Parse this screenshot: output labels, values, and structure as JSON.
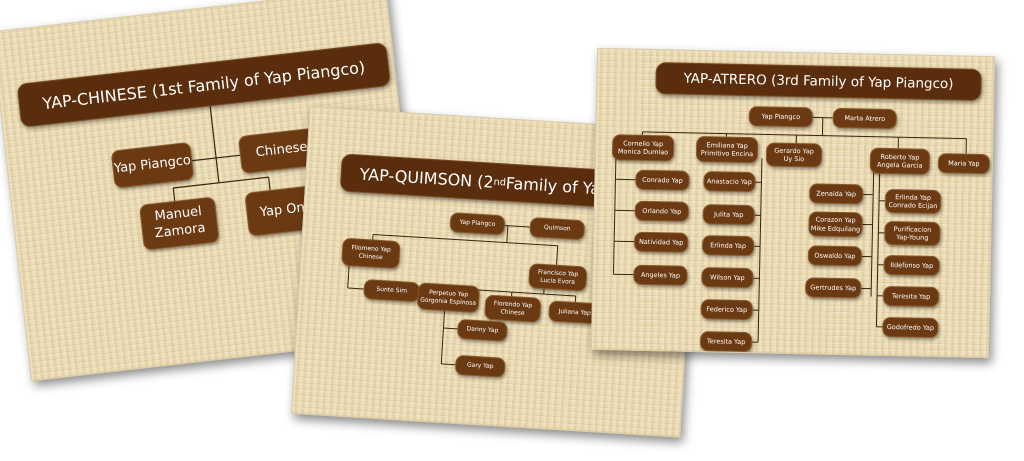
{
  "slides": [
    {
      "title": "YAP-CHINESE (1st Family of Yap Piangco)",
      "nodes": {
        "yap_piangco": "Yap Piangco",
        "chinese": "Chinese",
        "manuel_zamora": "Manuel\nZamora",
        "yap_ong": "Yap Ong"
      }
    },
    {
      "title_main": "YAP-QUIMSON (2",
      "title_sup": "nd",
      "title_rest": " Family of Yap",
      "nodes": {
        "yap_piangco": "Yap Piangco",
        "quimson": "Quimson",
        "filomeno": "Filomeno Yap\nChinese",
        "francisco": "Francisco Yap\nLucia Evora",
        "sunte_sim": "Sunte Sim",
        "perpetuo": "Perpetuo Yap\nGorgonia Espinosa",
        "florendo": "Florendo Yap\nChinese",
        "juliana": "Juliana Yap",
        "danny": "Danny Yap",
        "gary": "Gary Yap"
      }
    },
    {
      "title": "YAP-ATRERO (3rd Family of Yap Piangco)",
      "nodes": {
        "yap_piangco": "Yap Piangco",
        "marta_atrero": "Marta Atrero",
        "cornelio": "Cornelio  Yap\nMonica Dumlao",
        "emiliana": "Emiliana Yap\nPrimitivo Encina",
        "gerardo": "Gerardo Yap\nUy Sio",
        "roberto": "Roberto Yap\nAngela Garcia",
        "maria": "Maria Yap",
        "conrado": "Conrado Yap",
        "orlando": "Orlando Yap",
        "natividad": "Natividad Yap",
        "angeles": "Angeles Yap",
        "anastacio": "Anastacio Yap",
        "julita": "Julita Yap",
        "erlinda1": "Erlinda Yap",
        "wilson": "Wilson Yap",
        "federico": "Federico Yap",
        "teresita1": "Teresita Yap",
        "zenaida": "Zenaida Yap",
        "corazon": "Corazon Yap\nMike Edquilang",
        "oswaldo": "Oswaldo Yap",
        "gertrudes": "Gertrudes Yap",
        "erlinda2": "Erlinda Yap\nConrado Ecijan",
        "purificacion": "Purificacion\nYap-Young",
        "ildefonso": "Ildefonso Yap",
        "teresita2": "Teresita Yap",
        "godofredo": "Godofredo Yap"
      }
    }
  ],
  "colors": {
    "box": "#6b3a13",
    "title": "#5a2e0d",
    "paper": "#ead9ad",
    "line": "#3a2410"
  }
}
